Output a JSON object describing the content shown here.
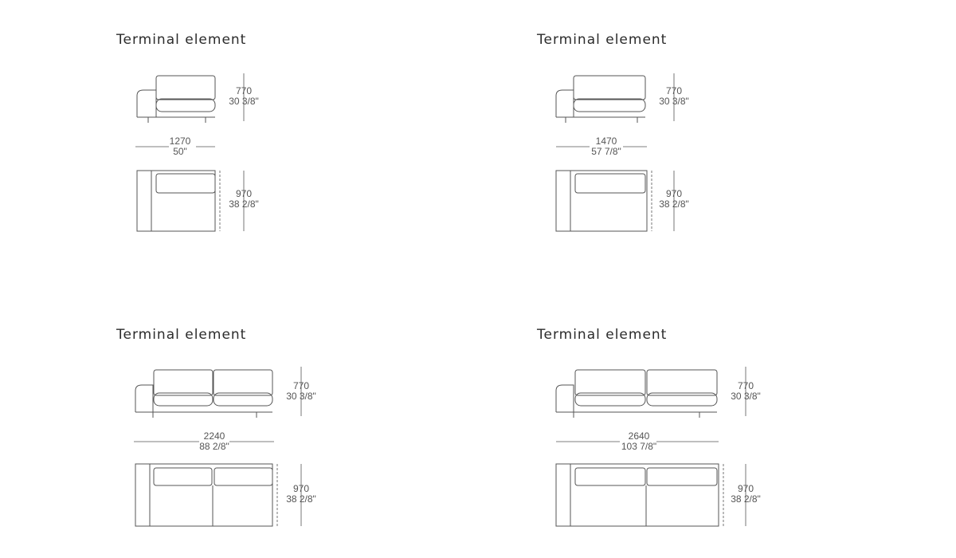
{
  "panels": [
    {
      "title": "Terminal element",
      "height_mm": "770",
      "height_in": "30 3/8\"",
      "width_mm": "1270",
      "width_in": "50\"",
      "depth_mm": "970",
      "depth_in": "38 2/8\""
    },
    {
      "title": "Terminal element",
      "height_mm": "770",
      "height_in": "30 3/8\"",
      "width_mm": "1470",
      "width_in": "57 7/8\"",
      "depth_mm": "970",
      "depth_in": "38 2/8\""
    },
    {
      "title": "Terminal element",
      "height_mm": "770",
      "height_in": "30 3/8\"",
      "width_mm": "2240",
      "width_in": "88 2/8\"",
      "depth_mm": "970",
      "depth_in": "38 2/8\""
    },
    {
      "title": "Terminal element",
      "height_mm": "770",
      "height_in": "30 3/8\"",
      "width_mm": "2640",
      "width_in": "103 7/8\"",
      "depth_mm": "970",
      "depth_in": "38 2/8\""
    }
  ],
  "colors": {
    "line": "#555555",
    "text": "#2b2b2b"
  }
}
